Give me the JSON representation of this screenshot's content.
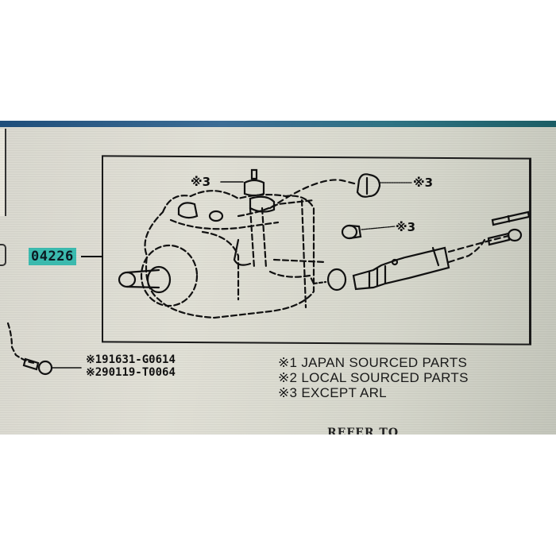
{
  "diagram": {
    "part_number": "04226",
    "callouts": [
      {
        "id": "top-cap",
        "label": "※3"
      },
      {
        "id": "right-cap",
        "label": "※3"
      },
      {
        "id": "small-plug",
        "label": "※3"
      }
    ],
    "bolt_codes": [
      "※191631-G0614",
      "※290119-T0064"
    ]
  },
  "legend": {
    "items": [
      {
        "marker": "※1",
        "text": "JAPAN SOURCED PARTS"
      },
      {
        "marker": "※2",
        "text": "LOCAL SOURCED PARTS"
      },
      {
        "marker": "※3",
        "text": "EXCEPT ARL"
      }
    ]
  },
  "footer": {
    "partial_text": "REFER TO"
  },
  "colors": {
    "tag_highlight": "#3cbcb0",
    "screen_bg": "#dcdbd1",
    "line": "#111111"
  }
}
